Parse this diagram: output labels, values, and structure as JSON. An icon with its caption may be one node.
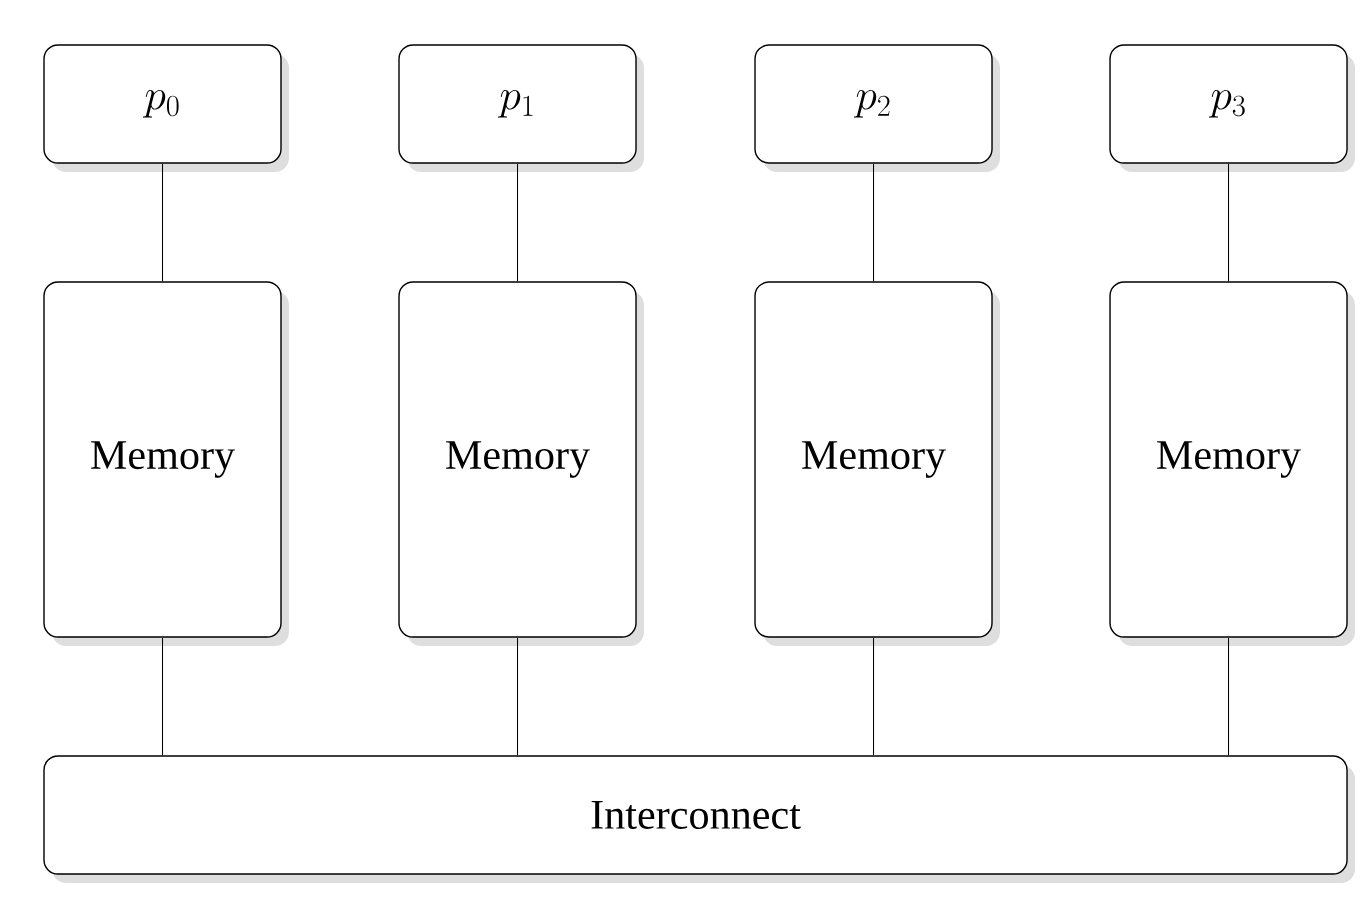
{
  "diagram": {
    "nodes": [
      {
        "text": [
          "p_0"
        ]
      },
      {
        "text": [
          "p_1"
        ]
      },
      {
        "text": [
          "p_2"
        ]
      },
      {
        "text": [
          "p_3"
        ]
      },
      {
        "text": [
          "Memory"
        ]
      },
      {
        "text": [
          "Memory"
        ]
      },
      {
        "text": [
          "Memory"
        ]
      },
      {
        "text": [
          "Memory"
        ]
      },
      {
        "text": [
          "Interconnect"
        ]
      }
    ],
    "edges": [
      {
        "from": 0,
        "to": 4,
        "arrow": "none"
      },
      {
        "from": 1,
        "to": 5,
        "arrow": "none"
      },
      {
        "from": 2,
        "to": 6,
        "arrow": "none"
      },
      {
        "from": 3,
        "to": 7,
        "arrow": "none"
      },
      {
        "from": 4,
        "to": 8,
        "arrow": "none"
      },
      {
        "from": 5,
        "to": 8,
        "arrow": "none"
      },
      {
        "from": 6,
        "to": 8,
        "arrow": "none"
      },
      {
        "from": 7,
        "to": 8,
        "arrow": "none"
      }
    ]
  }
}
